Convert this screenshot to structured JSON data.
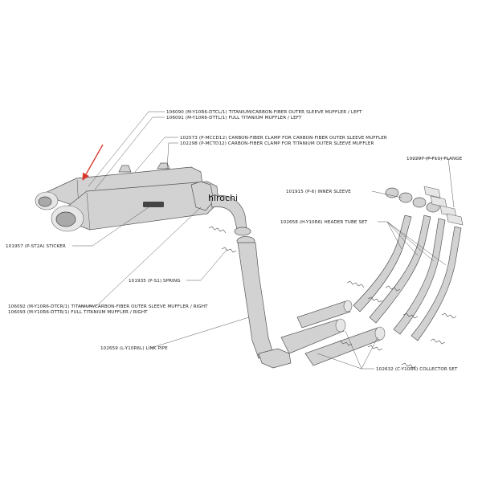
{
  "watermark": "hirochi",
  "accent_color": "#d9362b",
  "labels": {
    "muffler_left_1": "106090 (M-Y10R6-DTCL/1)  TITANIUM/CARBON-FIBER OUTER SLEEVE MUFFLER / LEFT",
    "muffler_left_2": "106091 (M-Y10R6-DTTL/1)  FULL TITANIUM MUFFLER / LEFT",
    "clamp_1": "102573 (P-MCCD12)  CARBON-FIBER CLAMP FOR CARBON-FIBER OUTER SLEEVE MUFFLER",
    "clamp_2": "102298 (P-MCTD12)  CARBON-FIBER CLAMP FOR TITANIUM OUTER SLEEVE MUFFLER",
    "flange": "102297 (P-F11)  FLANGE",
    "inner_sleeve": "101915 (P-6)  INNER SLEEVE",
    "header_tube": "102658 (H-Y10R6)  HEADER TUBE SET",
    "sticker": "101957 (P-ST2A)  STICKER",
    "spring": "101935 (P-S1)  SPRING",
    "muffler_right_1": "106092 (M-Y10R6-DTCR/1)  TITANIUM/CARBON-FIBER OUTER SLEEVE MUFFLER / RIGHT",
    "muffler_right_2": "106093 (M-Y10R6-DTTR/1)  FULL TITANIUM MUFFLER / RIGHT",
    "link_pipe": "102659 (L-Y10R6L)  LINK PIPE",
    "collector": "102632 (C-Y10R6)  COLLECTOR SET"
  }
}
